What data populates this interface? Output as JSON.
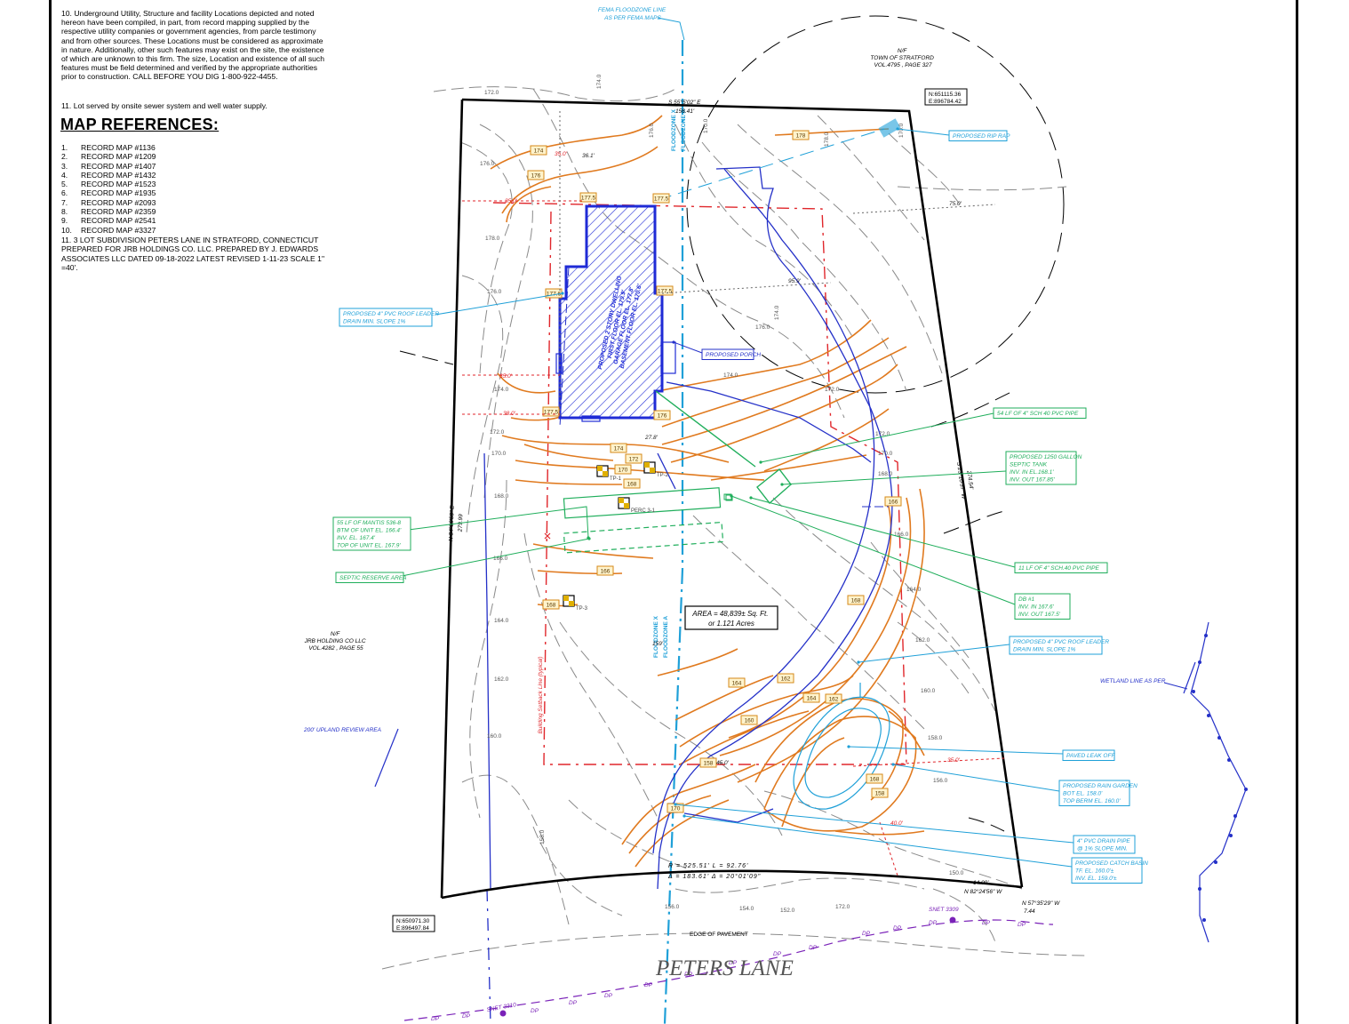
{
  "notes": {
    "note_10": "10. Underground Utility, Structure and facility Locations depicted and noted hereon have been compiled, in part, from record mapping supplied by the respective utility companies or government agencies, from parcle testimony and from other sources. These Locations must be considered as approximate in nature. Additionally, other such features may exist on the site, the existence of which are unknown to this firm. The size, Location and existence of all such features must be field determined and verified by the appropriate authorities prior to construction. CALL BEFORE YOU DIG 1-800-922-4455.",
    "note_11": "11. Lot served by onsite sewer system and well water supply."
  },
  "map_references": {
    "title": "MAP REFERENCES:",
    "items": [
      {
        "num": "1.",
        "text": "RECORD MAP #1136"
      },
      {
        "num": "2.",
        "text": "RECORD MAP #1209"
      },
      {
        "num": "3.",
        "text": "RECORD MAP #1407"
      },
      {
        "num": "4.",
        "text": "RECORD MAP #1432"
      },
      {
        "num": "5.",
        "text": "RECORD MAP #1523"
      },
      {
        "num": "6.",
        "text": "RECORD MAP #1935"
      },
      {
        "num": "7.",
        "text": "RECORD MAP #2093"
      },
      {
        "num": "8.",
        "text": "RECORD MAP #2359"
      },
      {
        "num": "9.",
        "text": "RECORD MAP #2541"
      },
      {
        "num": "10.",
        "text": "RECORD MAP #3327"
      }
    ],
    "item_11": "11. 3 LOT SUBDIVISION PETERS LANE IN STRATFORD, CONNECTICUT PREPARED FOR JRB HOLDINGS CO. LLC. PREPARED BY J. EDWARDS ASSOCIATES LLC DATED 09-18-2022 LATEST REVISED 1-11-23 SCALE 1\" =40'."
  },
  "site": {
    "fema_line": [
      "FEMA FLOODZONE LINE",
      "AS PER FEMA MAPS"
    ],
    "neighbor_ne": [
      "N/F",
      "TOWN OF STRATFORD",
      "VOL.4795 , PAGE 327"
    ],
    "neighbor_w": [
      "N/F",
      "JRB HOLDING CO LLC",
      "VOL.4282 , PAGE 55"
    ],
    "coord_ne": [
      "N:651115.36",
      "E:896784.42"
    ],
    "coord_sw": [
      "N:650971.30",
      "E:896497.84"
    ],
    "bearing_n": "S 55°5'02\" E",
    "dist_n": "156.41'",
    "bearing_w": "N 34°06'53\" E",
    "dist_w": "279.99",
    "bearing_e": "S 23°10'37\" W",
    "dist_e": "274.54'",
    "curve_1": "R = 525.51'  L = 92.76'",
    "curve_2": "Δ = 183.61'  Δ = 20°01'09\"",
    "bearing_s1": "N 82°24'56\" W",
    "dist_s1": "14.09'",
    "bearing_s2": "N 57°35'29\" W",
    "dist_s2": "7.44",
    "street_name": "PETERS LANE",
    "edge_pavement": "EDGE OF PAVEMENT",
    "area": [
      "AREA = 48,839± Sq. Ft.",
      "or 1.121 Acres"
    ],
    "floodzone_x": "FLOODZONE X",
    "floodzone_a": "FLOODZONE A",
    "house_label": [
      "PROPOSED 2 STORY DWELLING",
      "FIRST FLOOR EL. 179.9'",
      "GARAGE FLOOR EL. 177.8'",
      "BASEMENT FLOOR EL. 170.6'"
    ],
    "building_setback": "Building Setback Line (typical)",
    "upland_review": "200' UPLAND REVIEW AREA",
    "wetland_line": "WETLAND LINE AS PER",
    "snet_1": "SNET 3309",
    "snet_2": "SNET 3310",
    "dim_350_a": "35.0'",
    "dim_361": "36.1'",
    "dim_350_b": "35.0'",
    "dim_350_c": "35.0'",
    "dim_380": "38.0'",
    "dim_350_d": "35.0'",
    "dim_959": "95.9'",
    "dim_750": "75.0'",
    "dim_400": "40.0'",
    "dim_278": "27.8'",
    "dim_159": "159'",
    "dim_450": "45.0'"
  },
  "callouts": [
    {
      "lines": [
        "PROPOSED RIP RAP"
      ]
    },
    {
      "lines": [
        "PROPOSED 4\" PVC ROOF LEADER",
        "DRAIN MIN. SLOPE 1%"
      ]
    },
    {
      "lines": [
        "PROPOSED PORCH"
      ]
    },
    {
      "lines": [
        "54 LF OF 4\" SCH 40 PVC PIPE"
      ]
    },
    {
      "lines": [
        "PROPOSED 1250 GALLON",
        "SEPTIC TANK",
        "INV. IN EL.168.1'",
        "INV. OUT 167.85'"
      ]
    },
    {
      "lines": [
        "55 LF OF MANTIS 536-8",
        "BTM OF UNIT EL. 166.4'",
        "INV. EL. 167.4'",
        "TOP OF UNIT EL. 167.9'"
      ]
    },
    {
      "lines": [
        "SEPTIC RESERVE AREA"
      ]
    },
    {
      "lines": [
        "11 LF OF 4\" SCH.40 PVC PIPE"
      ]
    },
    {
      "lines": [
        "DB #1",
        "INV. IN 167.6'",
        "INV. OUT 167.5'"
      ]
    },
    {
      "lines": [
        "PROPOSED 4\" PVC ROOF LEADER",
        "DRAIN MIN. SLOPE 1%"
      ]
    },
    {
      "lines": [
        "PAVED LEAK OFF"
      ]
    },
    {
      "lines": [
        "PROPOSED RAIN GARDEN",
        "BOT EL. 158.0'",
        "TOP BERM EL. 160.0'"
      ]
    },
    {
      "lines": [
        "4\" PVC DRAIN PIPE",
        "@ 1% SLOPE MIN."
      ]
    },
    {
      "lines": [
        "PROPOSED CATCH BASIN",
        "TF. EL. 160.0'±",
        "INV. EL. 159.0'±"
      ]
    }
  ],
  "spot_grades": [
    "174",
    "176",
    "177.5",
    "177.5",
    "177.6",
    "177.5",
    "177.5",
    "176",
    "174",
    "172",
    "170",
    "168",
    "166",
    "168",
    "166",
    "164",
    "162",
    "164",
    "162",
    "160",
    "158",
    "170",
    "168"
  ],
  "contour_labels": [
    "172.0",
    "174.0",
    "176.0",
    "178.0",
    "176.0",
    "174.0",
    "172.0",
    "170.0",
    "168.0",
    "166.0",
    "164.0",
    "162.0",
    "160.0",
    "158.0",
    "156.0",
    "154.0",
    "152.0",
    "150.0",
    "172.0",
    "170.0",
    "178.0",
    "176.0",
    "174.0",
    "172.0",
    "170.0",
    "168.0",
    "166.0",
    "164.0",
    "162.0",
    "160.0",
    "158.0",
    "156.0",
    "176.0",
    "174.0",
    "172.0",
    "170.0"
  ],
  "test_pits": [
    "TP-1",
    "TP-2",
    "PERC 3-1",
    "TP-3"
  ],
  "colors": {
    "proposed_contour": "#e07a1f",
    "existing_contour": "#808080",
    "boundary": "#000000",
    "house": "#1f2bd6",
    "callout_cyan": "#1fa0d8",
    "callout_green": "#1fae5b",
    "setback": "#e0262b",
    "utility": "#7a22b8",
    "spot_grade_fill": "#fff3cc",
    "spot_grade_stroke": "#d48a1a"
  }
}
